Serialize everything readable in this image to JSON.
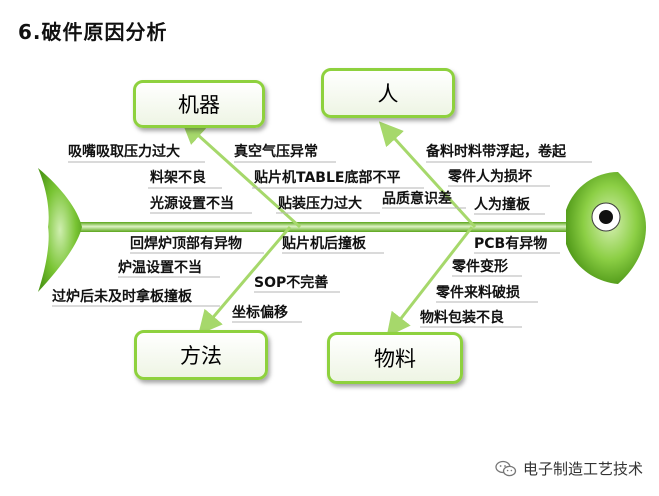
{
  "title": "6.破件原因分析",
  "categories": {
    "machine": "机器",
    "people": "人",
    "method": "方法",
    "material": "物料"
  },
  "causes": {
    "machine": [
      "吸嘴吸取压力过大",
      "真空气压异常",
      "料架不良",
      "贴片机TABLE底部不平",
      "光源设置不当",
      "贴装压力过大"
    ],
    "people": [
      "备料时料带浮起，卷起",
      "零件人为损坏",
      "品质意识差",
      "人为撞板"
    ],
    "method": [
      "回焊炉顶部有异物",
      "贴片机后撞板",
      "炉温设置不当",
      "SOP不完善",
      "过炉后未及时拿板撞板",
      "坐标偏移"
    ],
    "material": [
      "PCB有异物",
      "零件变形",
      "零件来料破损",
      "物料包装不良"
    ]
  },
  "watermark": "电子制造工艺技术",
  "colors": {
    "accent": "#8ed13e",
    "arrow": "#a6d86b",
    "fish_body": "#6cbd22"
  }
}
